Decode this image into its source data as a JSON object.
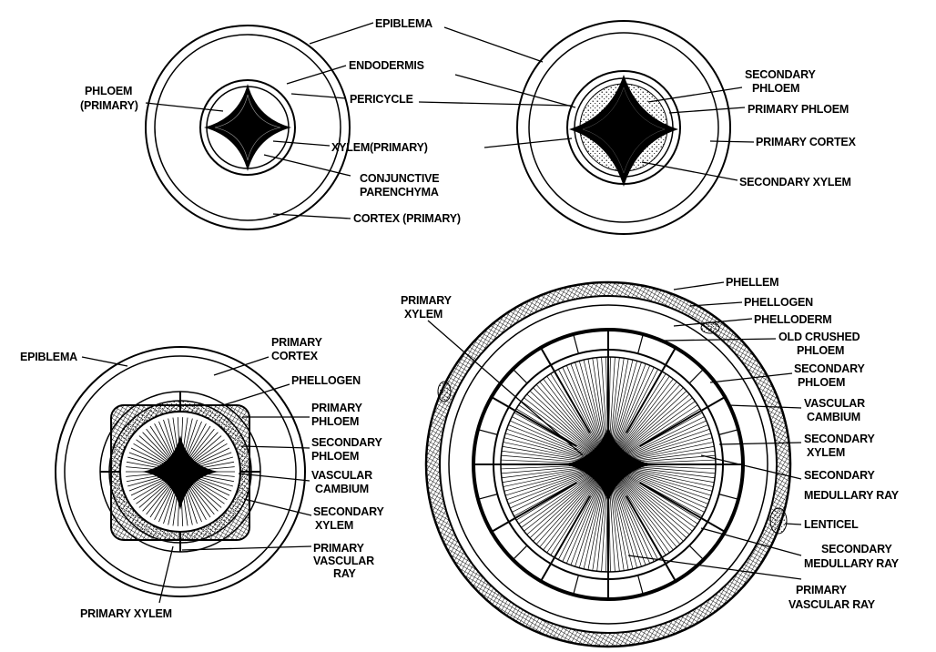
{
  "colors": {
    "ink": "#000000",
    "paper": "#ffffff"
  },
  "panels": [
    {
      "id": "primary-root",
      "labels": {
        "epiblema": "EPIBLEMA",
        "endodermis": "ENDODERMIS",
        "phloem": [
          "PHLOEM",
          "(PRIMARY)"
        ],
        "pericycle": "PERICYCLE",
        "xylem": "XYLEM(PRIMARY)",
        "conjunctive": [
          "CONJUNCTIVE",
          "PARENCHYMA"
        ],
        "cortex": "CORTEX (PRIMARY)"
      }
    },
    {
      "id": "early-secondary-root",
      "labels": {
        "secondary_phloem": [
          "SECONDARY",
          "PHLOEM"
        ],
        "primary_phloem": "PRIMARY PHLOEM",
        "primary_cortex": "PRIMARY CORTEX",
        "secondary_xylem": "SECONDARY XYLEM"
      }
    },
    {
      "id": "cambium-root",
      "labels": {
        "epiblema": "EPIBLEMA",
        "primary_cortex": [
          "PRIMARY",
          "CORTEX"
        ],
        "phellogen": "PHELLOGEN",
        "primary_phloem": [
          "PRIMARY",
          "PHLOEM"
        ],
        "secondary_phloem": [
          "SECONDARY",
          "PHLOEM"
        ],
        "vascular_cambium": [
          "VASCULAR",
          "CAMBIUM"
        ],
        "secondary_xylem": [
          "SECONDARY",
          "XYLEM"
        ],
        "primary_vascular_ray": [
          "PRIMARY",
          "VASCULAR",
          "RAY"
        ],
        "primary_xylem": "PRIMARY XYLEM"
      }
    },
    {
      "id": "mature-root",
      "labels": {
        "primary_xylem": [
          "PRIMARY",
          "XYLEM"
        ],
        "phellem": "PHELLEM",
        "phellogen": "PHELLOGEN",
        "phelloderm": "PHELLODERM",
        "old_crushed_phloem": [
          "OLD  CRUSHED",
          "PHLOEM"
        ],
        "secondary_phloem": [
          "SECONDARY",
          "PHLOEM"
        ],
        "vascular_cambium": [
          "VASCULAR",
          "CAMBIUM"
        ],
        "secondary_xylem": [
          "SECONDARY",
          "XYLEM"
        ],
        "secondary_medullary_ray_1": [
          "SECONDARY",
          "MEDULLARY RAY"
        ],
        "lenticel": "LENTICEL",
        "secondary_medullary_ray_2": [
          "SECONDARY",
          "MEDULLARY RAY"
        ],
        "primary_vascular_ray": [
          "PRIMARY",
          "VASCULAR  RAY"
        ]
      }
    }
  ]
}
